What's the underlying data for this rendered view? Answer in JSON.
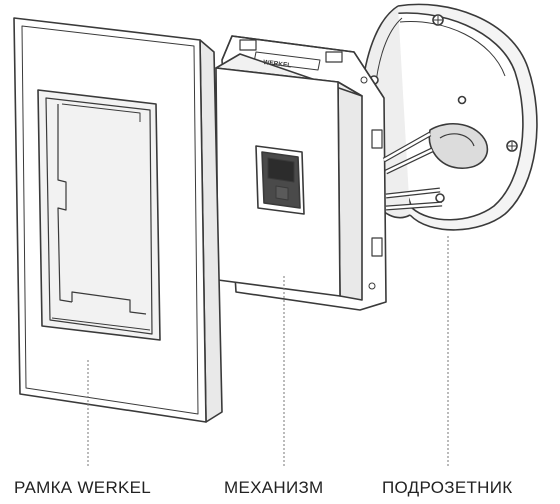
{
  "labels": {
    "frame": "РАМКА WERKEL",
    "mechanism": "МЕХАНИЗМ",
    "box": "ПОДРОЗЕТНИК"
  },
  "mechanism_brand": "WERKEL",
  "colors": {
    "stroke": "#3a3a3a",
    "fill": "#ffffff",
    "shade": "#e9e9e9",
    "dark": "#4a4a4a",
    "leader": "#777777",
    "text": "#222222"
  }
}
